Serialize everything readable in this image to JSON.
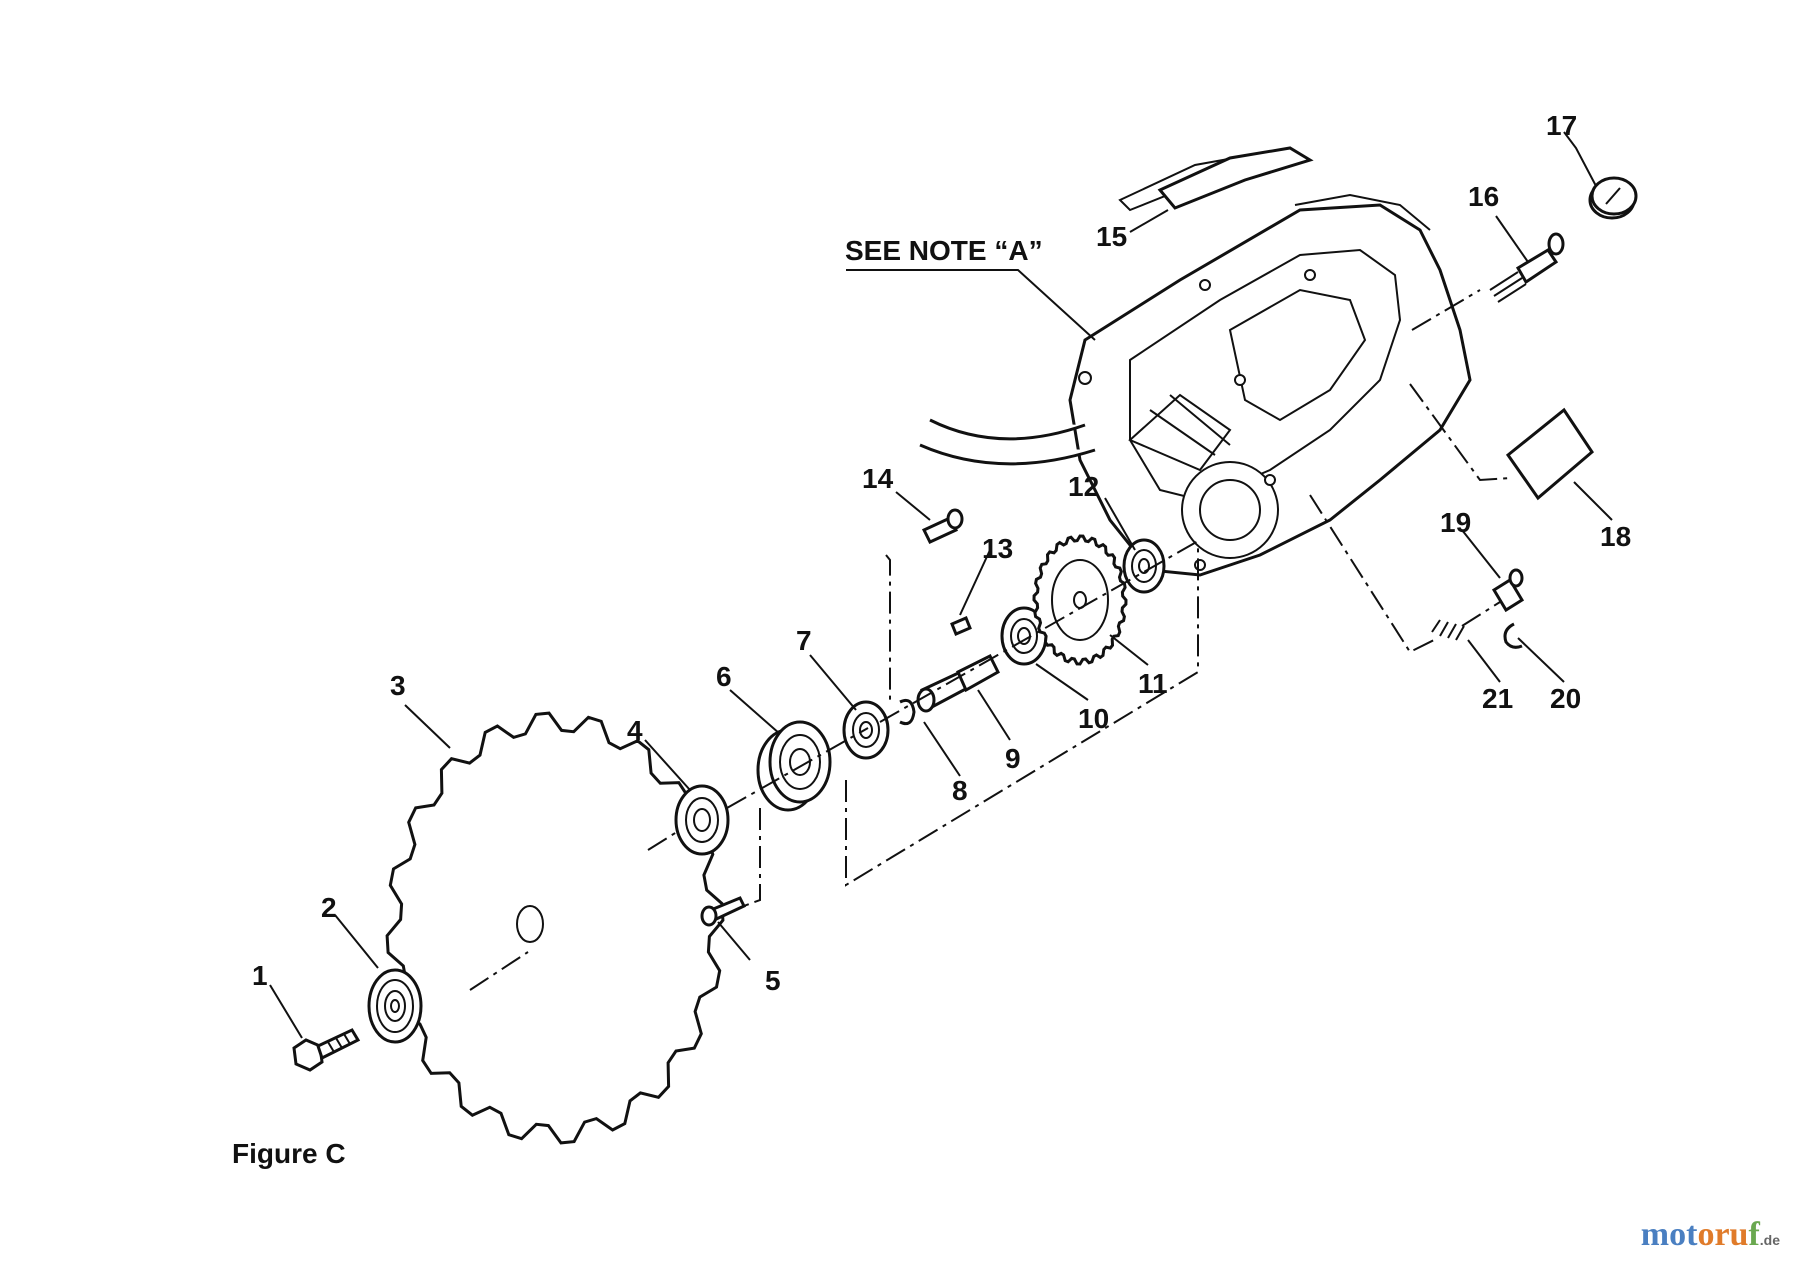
{
  "diagram": {
    "note_label": "SEE NOTE “A”",
    "figure_label": "Figure C",
    "callouts": [
      "1",
      "2",
      "3",
      "4",
      "5",
      "6",
      "7",
      "8",
      "9",
      "10",
      "11",
      "12",
      "13",
      "14",
      "15",
      "16",
      "17",
      "18",
      "19",
      "20",
      "21"
    ]
  },
  "watermark": {
    "part1": "mot",
    "part2": "oru",
    "part3": "f",
    "suffix": ".de"
  }
}
